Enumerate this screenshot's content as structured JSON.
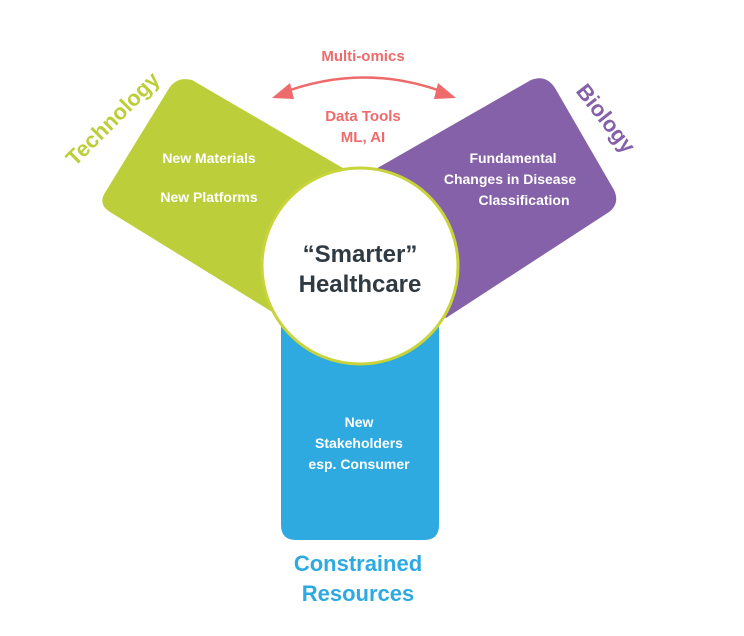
{
  "center": {
    "line1": "“Smarter”",
    "line2": "Healthcare",
    "border_color": "#C8D43A"
  },
  "technology": {
    "label": "Technology",
    "color": "#BCCF3A",
    "items": [
      "New Materials",
      "New Platforms"
    ]
  },
  "biology": {
    "label": "Biology",
    "color": "#8461A8",
    "items": [
      "Fundamental",
      "Changes in Disease",
      "Classification"
    ]
  },
  "resources": {
    "label_line1": "Constrained",
    "label_line2": "Resources",
    "color": "#2EAAE0",
    "items": [
      "New",
      "Stakeholders",
      "esp. Consumer"
    ]
  },
  "connector": {
    "top_label": "Multi-omics",
    "bottom_label_line1": "Data Tools",
    "bottom_label_line2": "ML, AI",
    "color": "#EE6B6B"
  }
}
